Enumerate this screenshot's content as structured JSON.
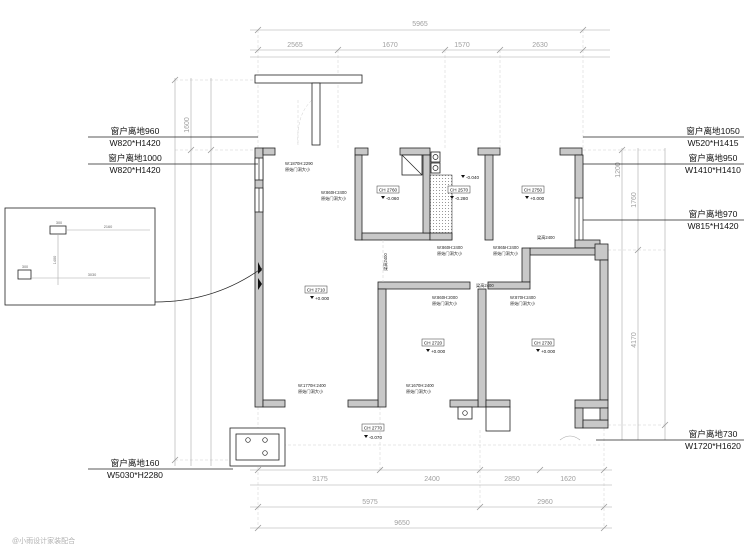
{
  "window_labels": {
    "left": [
      {
        "height": "窗户离地960",
        "size": "W820*H1420"
      },
      {
        "height": "窗户离地1000",
        "size": "W820*H1420"
      },
      {
        "height": "窗户离地160",
        "size": "W5030*H2280"
      }
    ],
    "right": [
      {
        "height": "窗户离地1050",
        "size": "W520*H1415"
      },
      {
        "height": "窗户离地950",
        "size": "W1410*H1410"
      },
      {
        "height": "窗户离地970",
        "size": "W815*H1420"
      },
      {
        "height": "窗户离地730",
        "size": "W1720*H1620"
      }
    ]
  },
  "rooms": [
    {
      "ceiling": "CH 2710",
      "elevation": "+0.000"
    },
    {
      "ceiling": "CH 2760",
      "elevation": "-0.060"
    },
    {
      "ceiling": "CH 2570",
      "elevation": "-0.280"
    },
    {
      "ceiling": "CH 2750",
      "elevation": "+0.000"
    },
    {
      "ceiling": "CH 2720",
      "elevation": "+0.000"
    },
    {
      "ceiling": "CH 2730",
      "elevation": "+0.000"
    },
    {
      "ceiling": "CH 2770",
      "elevation": "-0.070"
    }
  ],
  "extra_elevation": "-0.040",
  "doors": [
    {
      "size": "W:1870H:2290",
      "note": "原始门洞大小"
    },
    {
      "size": "W:860H:2400",
      "note": "原始门洞大小"
    },
    {
      "size": "W:860H:2400",
      "note": "原始门洞大小"
    },
    {
      "size": "W:865H:2400",
      "note": "原始门洞大小"
    },
    {
      "size": "W:860H:2000",
      "note": "原始门洞大小"
    },
    {
      "size": "W:870H:2400",
      "note": "原始门洞大小"
    },
    {
      "size": "W:1770H:2400",
      "note": "原始门洞大小"
    },
    {
      "size": "W:1670H:2400",
      "note": "原始门洞大小"
    }
  ],
  "beams": [
    "梁高2400",
    "梁高2400",
    "梁高2400"
  ],
  "dimensions": {
    "top": [
      "5965",
      "2565",
      "1670",
      "1570",
      "2630"
    ],
    "bottom": [
      "3175",
      "2400",
      "2850",
      "1620",
      "5975",
      "2960",
      "9650"
    ],
    "left": [
      "1600"
    ],
    "right": [
      "1200",
      "1760",
      "4170"
    ]
  },
  "inset": {
    "dims": [
      "300",
      "2160",
      "300",
      "1400",
      "3030"
    ]
  },
  "watermark": "@小雨设计家装配合",
  "colors": {
    "wall_fill": "#c8c8c8",
    "line": "#222222",
    "dimension": "#a0a0a0"
  }
}
